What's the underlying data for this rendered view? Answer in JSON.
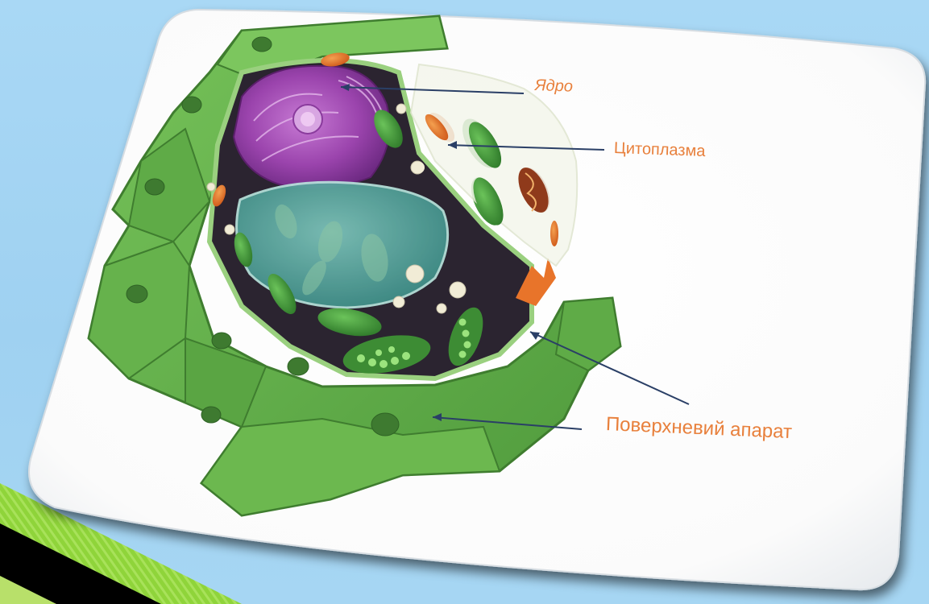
{
  "slide": {
    "background_color": "#a9d8f5",
    "accent_stripe_color": "#8fd43a"
  },
  "diagram": {
    "subject": "plant-cell",
    "label_color": "#e8803c",
    "leader_line_color": "#2a3f66",
    "labels": {
      "nucleus": "Ядро",
      "cytoplasm": "Цитоплазма",
      "surface_apparatus": "Поверхневий апарат"
    }
  }
}
